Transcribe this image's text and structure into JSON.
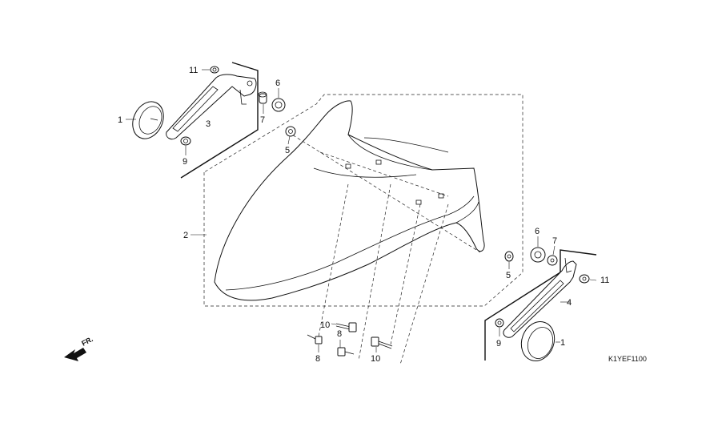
{
  "diagram": {
    "code": "K1YEF1100",
    "front_label": "FR."
  },
  "callouts": [
    {
      "id": "c1a",
      "num": "1"
    },
    {
      "id": "c1b",
      "num": "1"
    },
    {
      "id": "c2",
      "num": "2"
    },
    {
      "id": "c3",
      "num": "3"
    },
    {
      "id": "c4",
      "num": "4"
    },
    {
      "id": "c5a",
      "num": "5"
    },
    {
      "id": "c5b",
      "num": "5"
    },
    {
      "id": "c6a",
      "num": "6"
    },
    {
      "id": "c6b",
      "num": "6"
    },
    {
      "id": "c7a",
      "num": "7"
    },
    {
      "id": "c7b",
      "num": "7"
    },
    {
      "id": "c8a",
      "num": "8"
    },
    {
      "id": "c8b",
      "num": "8"
    },
    {
      "id": "c9a",
      "num": "9"
    },
    {
      "id": "c9b",
      "num": "9"
    },
    {
      "id": "c10a",
      "num": "10"
    },
    {
      "id": "c10b",
      "num": "10"
    },
    {
      "id": "c11a",
      "num": "11"
    },
    {
      "id": "c11b",
      "num": "11"
    }
  ]
}
